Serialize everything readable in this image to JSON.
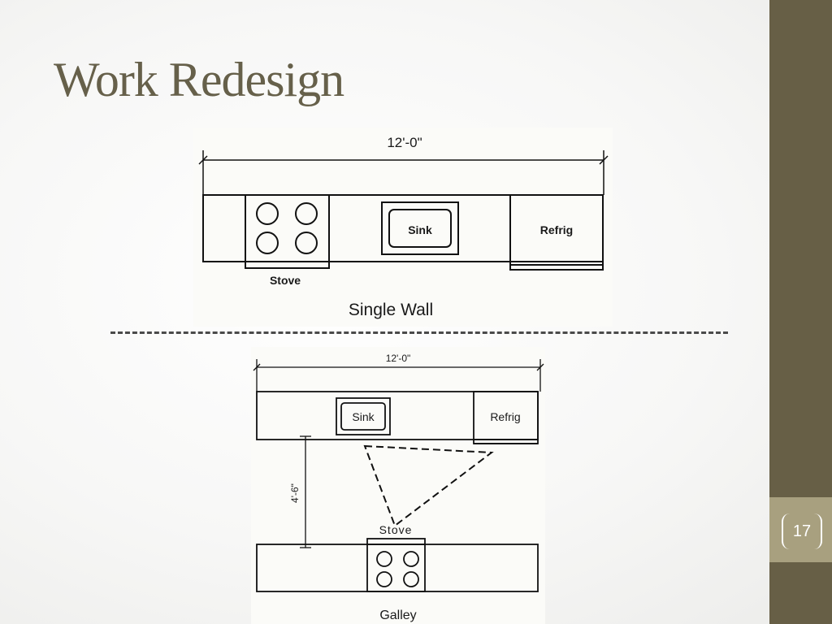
{
  "slide": {
    "title": "Work Redesign",
    "page_number": "17"
  },
  "single_wall": {
    "dimension": "12'-0\"",
    "stove_label": "Stove",
    "sink_label": "Sink",
    "refrig_label": "Refrig",
    "caption": "Single Wall"
  },
  "galley": {
    "dimension": "12'-0\"",
    "depth_dimension": "4'-6\"",
    "sink_label": "Sink",
    "refrig_label": "Refrig",
    "stove_label": "Stove",
    "caption": "Galley"
  },
  "colors": {
    "title": "#66604a",
    "side_band": "#675f46",
    "page_number_box": "#a8a07f"
  }
}
